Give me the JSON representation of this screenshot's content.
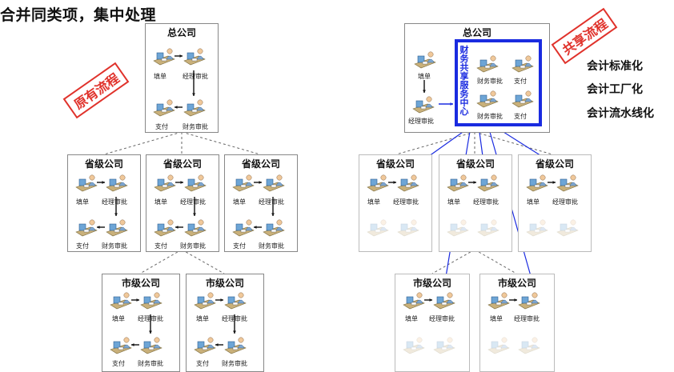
{
  "heading": "合并同类项，集中处理",
  "left": {
    "stamp": "原有流程",
    "hq": {
      "title": "总公司",
      "labels": [
        "填单",
        "经理审批",
        "支付",
        "财务审批"
      ]
    },
    "provinces": [
      {
        "title": "省级公司",
        "labels": [
          "填单",
          "经理审批",
          "支付",
          "财务审批"
        ]
      },
      {
        "title": "省级公司",
        "labels": [
          "填单",
          "经理审批",
          "支付",
          "财务审批"
        ]
      },
      {
        "title": "省级公司",
        "labels": [
          "填单",
          "经理审批",
          "支付",
          "财务审批"
        ]
      }
    ],
    "cities": [
      {
        "title": "市级公司",
        "labels": [
          "填单",
          "经理审批",
          "支付",
          "财务审批"
        ]
      },
      {
        "title": "市级公司",
        "labels": [
          "填单",
          "经理审批",
          "支付",
          "财务审批"
        ]
      }
    ]
  },
  "right": {
    "stamp": "共享流程",
    "hq": {
      "title": "总公司",
      "labels": [
        "填单",
        "经理审批"
      ]
    },
    "center": {
      "name": "财务共享服务中心",
      "labels": [
        "财务审批",
        "支付",
        "财务审批",
        "支付"
      ]
    },
    "provinces": [
      {
        "title": "省级公司",
        "labels": [
          "填单",
          "经理审批"
        ]
      },
      {
        "title": "省级公司",
        "labels": [
          "填单",
          "经理审批"
        ]
      },
      {
        "title": "省级公司",
        "labels": [
          "填单",
          "经理审批"
        ]
      }
    ],
    "cities": [
      {
        "title": "市级公司",
        "labels": [
          "填单",
          "经理审批"
        ]
      },
      {
        "title": "市级公司",
        "labels": [
          "填单",
          "经理审批"
        ]
      }
    ],
    "benefits": [
      "会计标准化",
      "会计工厂化",
      "会计流水线化"
    ]
  },
  "colors": {
    "stamp": "#e0322b",
    "center": "#1a2be0",
    "arrow": "#1a2be0"
  }
}
